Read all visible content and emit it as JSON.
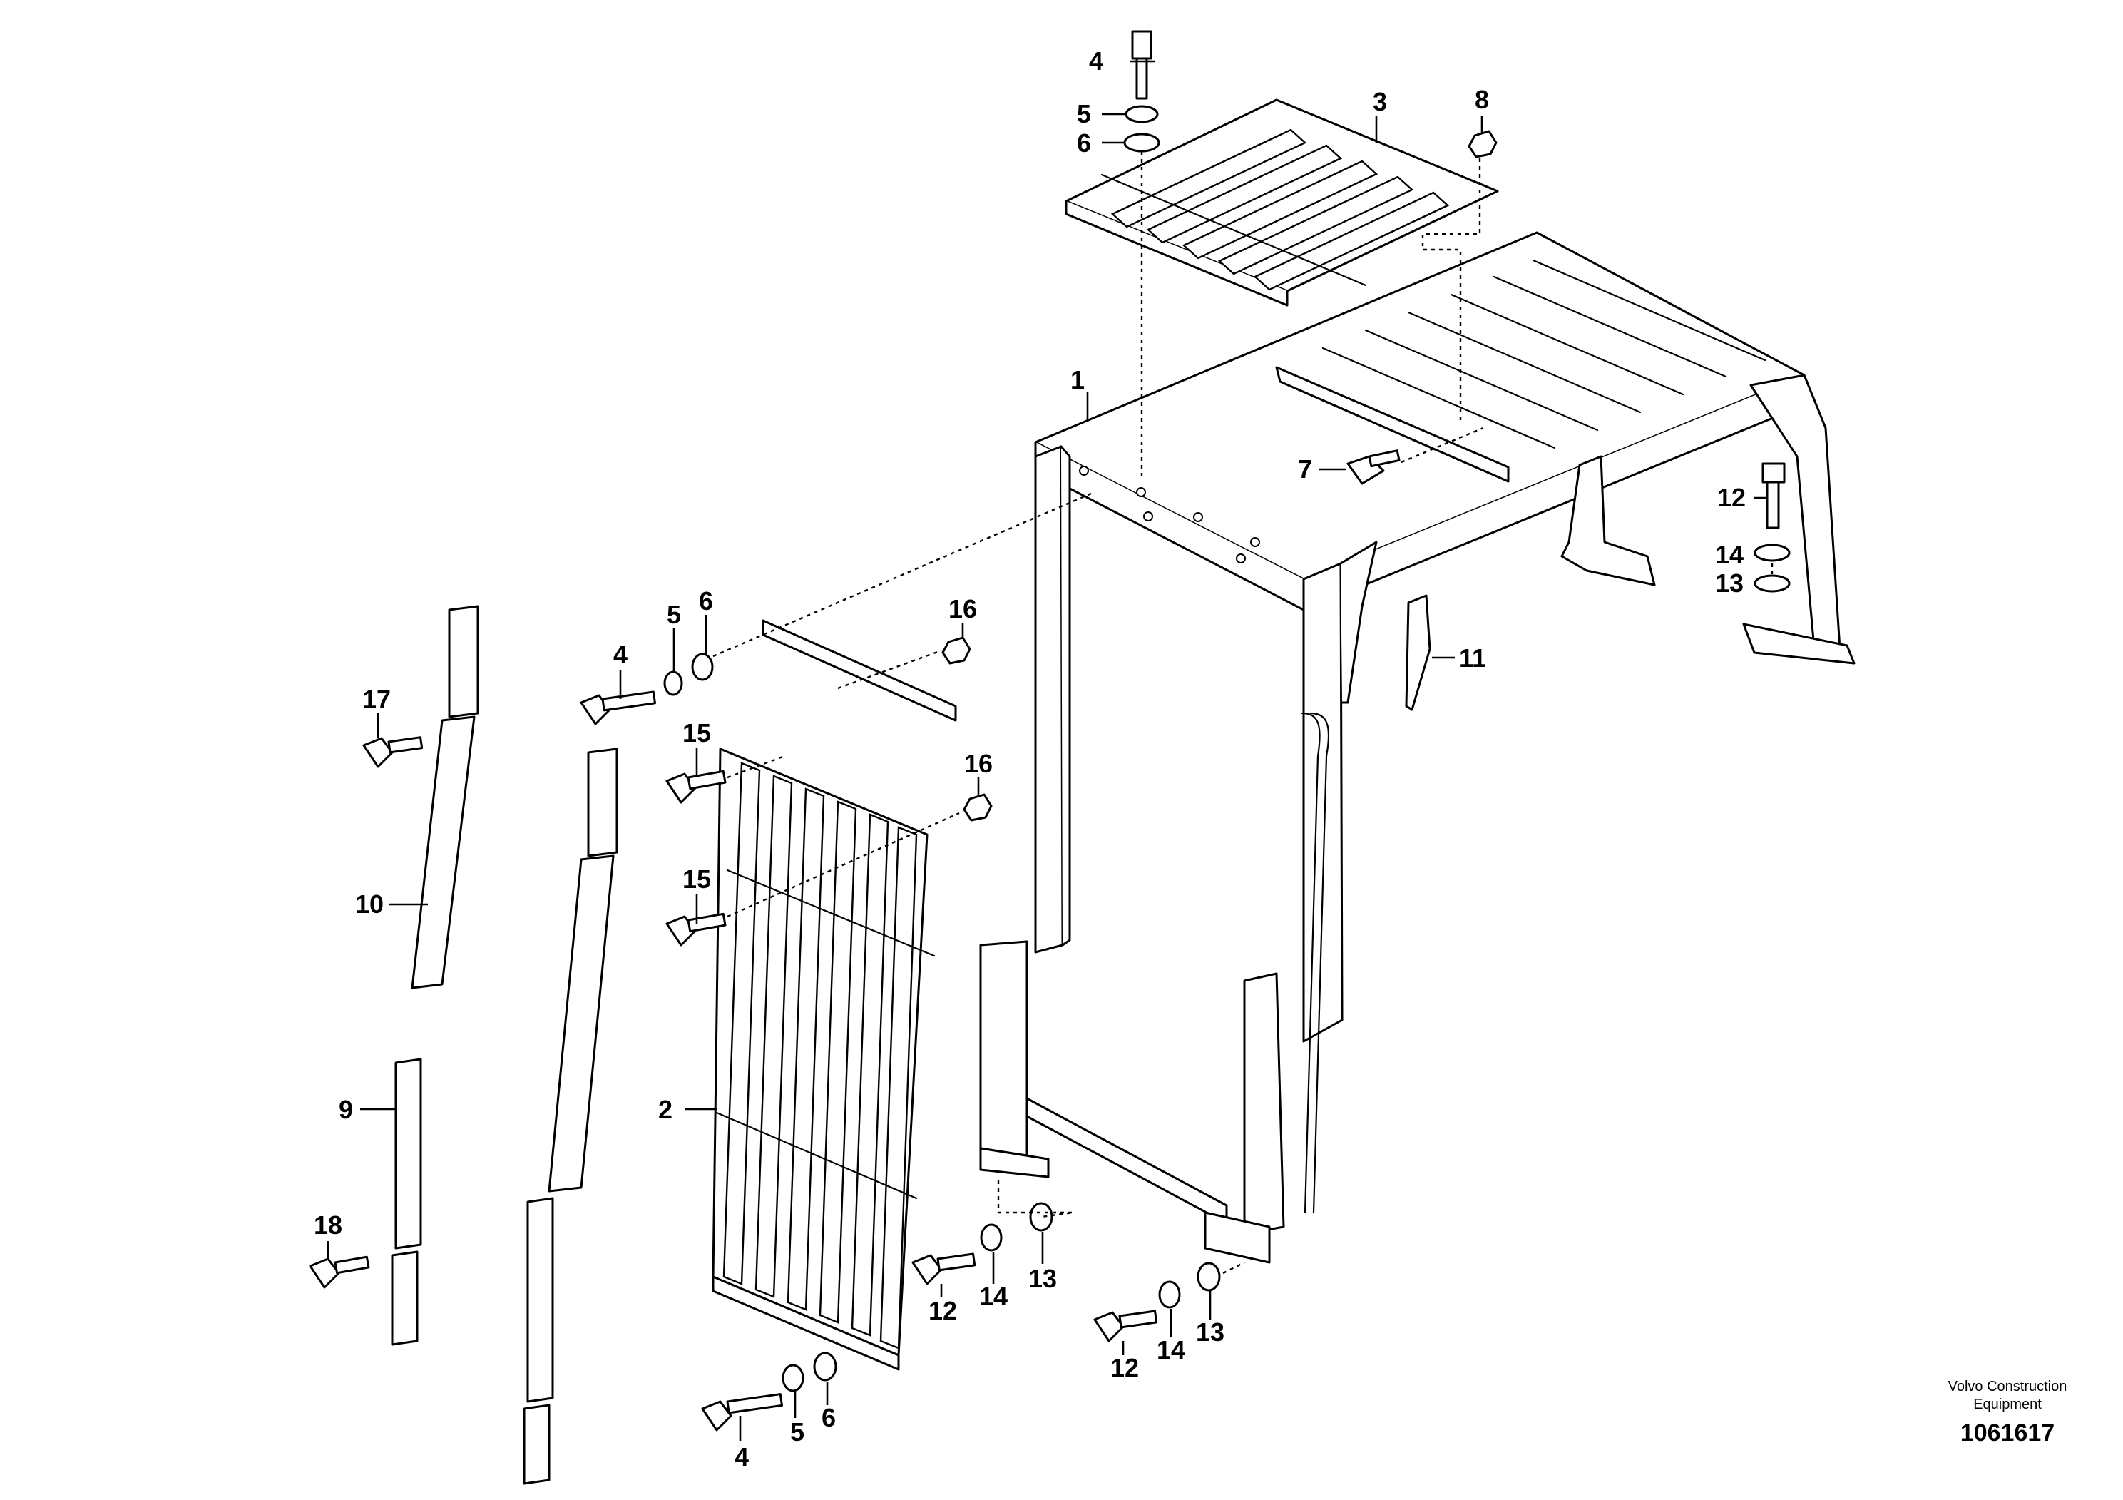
{
  "labels": {
    "frame": "1",
    "front_guard": "2",
    "top_guard": "3",
    "screw": "4",
    "washer_a": "5",
    "washer_b": "6",
    "side_screw": "7",
    "nut": "8",
    "lower_strip": "9",
    "upper_strip": "10",
    "bracket": "11",
    "base_screw": "12",
    "base_washer_a": "13",
    "base_washer_b": "14",
    "flange_screw": "15",
    "flange_nut": "16",
    "strip_screw_upper": "17",
    "strip_screw_lower": "18"
  },
  "footer": {
    "publisher_line1": "Volvo Construction",
    "publisher_line2": "Equipment",
    "drawing_number": "1061617"
  }
}
